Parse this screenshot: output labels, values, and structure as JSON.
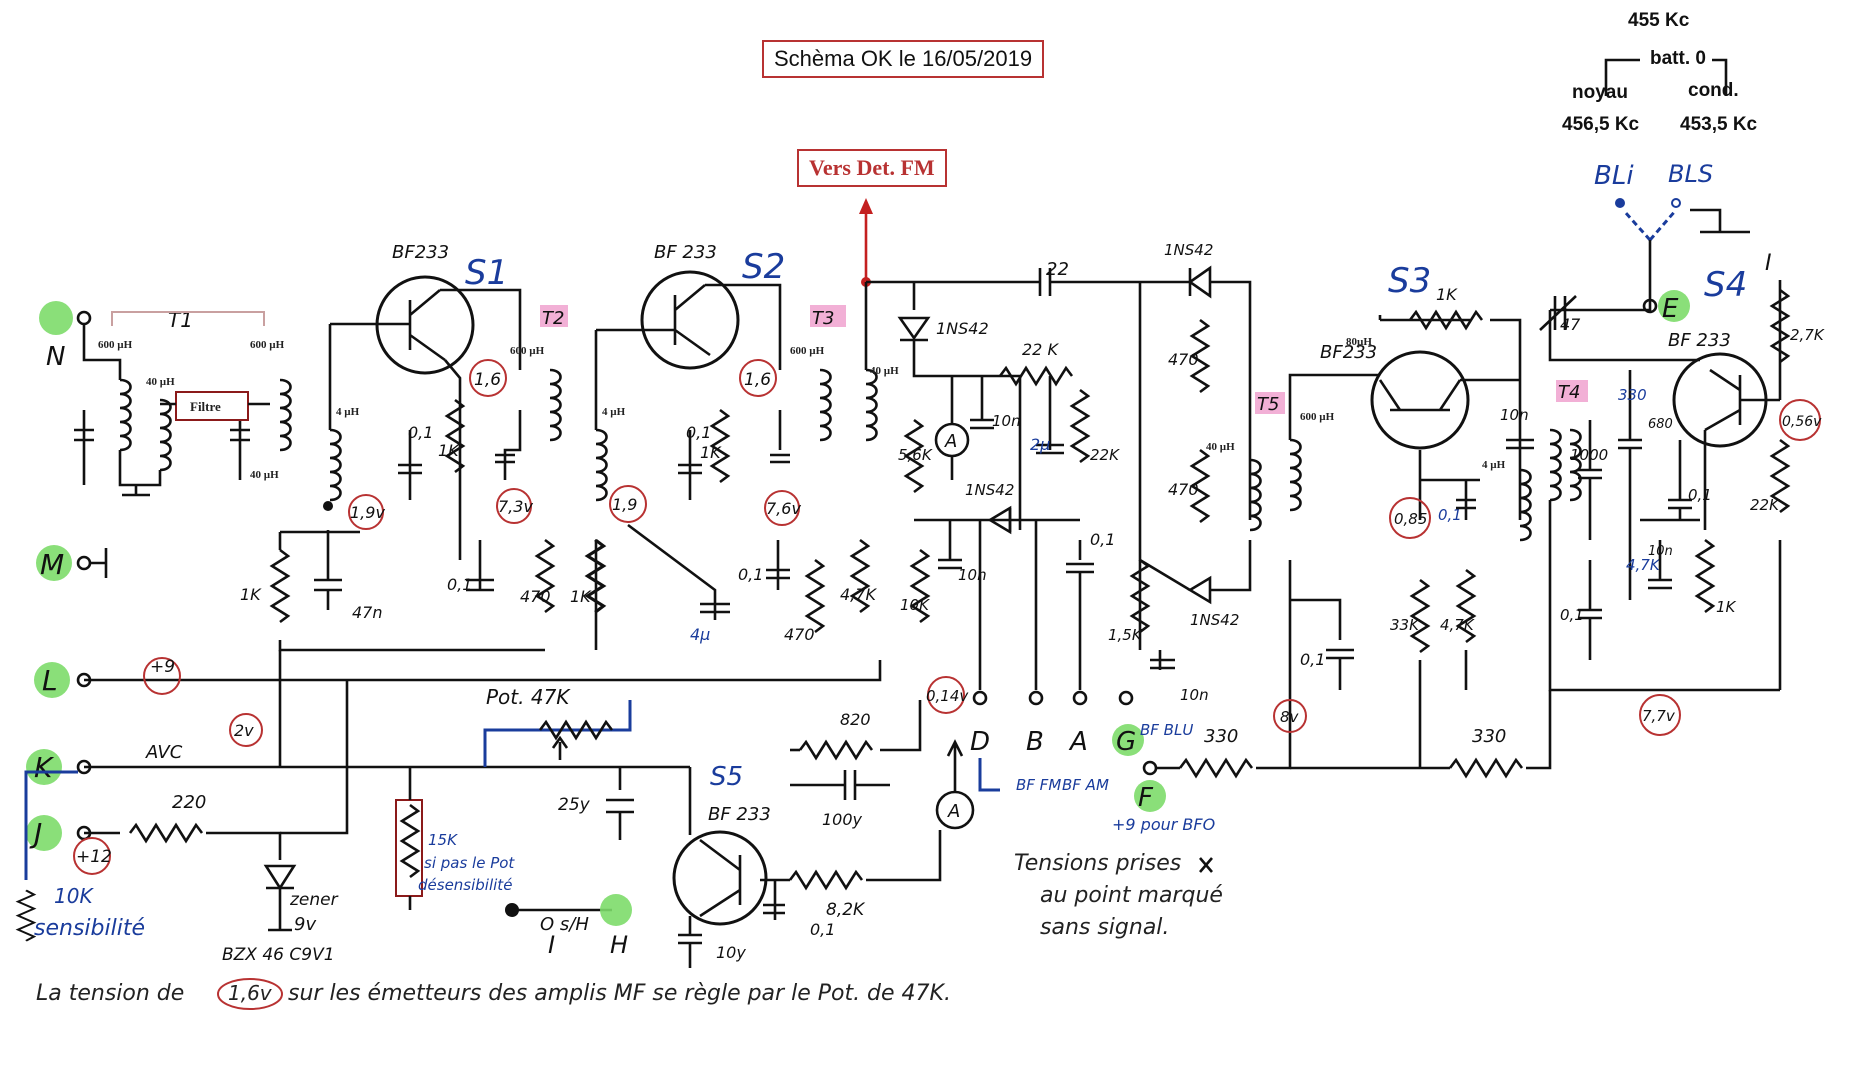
{
  "header": {
    "title_box": "Schèma OK le 16/05/2019",
    "fm_box": "Vers Det. FM"
  },
  "bfo_note": {
    "freq_center": "455 Kc",
    "batt": "batt. 0",
    "noyau": "noyau",
    "cond": "cond.",
    "freq_noyau": "456,5 Kc",
    "freq_cond": "453,5 Kc",
    "bli": "BLi",
    "bls": "BLS"
  },
  "transistors": {
    "t1_type": "BF233",
    "t1_name": "S1",
    "t2_type": "BF 233",
    "t2_name": "S2",
    "t3_type": "BF233",
    "t3_name": "S3",
    "t4_type": "BF 233",
    "t4_name": "S4",
    "t5_type": "BF 233",
    "t5_name": "S5"
  },
  "transformers": {
    "t1": "T1",
    "t2": "T2",
    "t3": "T3",
    "t4": "T4",
    "t5": "T5",
    "filtre": "Filtre"
  },
  "inductances": {
    "l600_a": "600 µH",
    "l600_b": "600 µH",
    "l600_c": "600 µH",
    "l600_d": "600 µH",
    "l600_e": "600 µH",
    "l40_a": "40 µH",
    "l40_b": "40 µH",
    "l40_c": "40 µH",
    "l40_d": "40 µH",
    "l4_a": "4 µH",
    "l4_b": "4 µH",
    "l4_c": "4 µH",
    "l80": "80µH"
  },
  "connectors": {
    "N": "N",
    "M": "M",
    "L": "L",
    "K": "K",
    "J": "J",
    "I": "I",
    "H": "H",
    "D": "D",
    "B": "B",
    "A": "A",
    "G": "G",
    "F": "F",
    "E": "E"
  },
  "components": {
    "c22": "22",
    "r22k_top": "22 K",
    "r22k_v": "22K",
    "r22k_s4": "22K",
    "d1": "1NS42",
    "d2": "1NS42",
    "d3": "1NS42",
    "d4": "1NS42",
    "c10n_a": "10n",
    "c10n_b": "10n",
    "c10n_c": "10n",
    "c10n_d": "10n",
    "c10n_e": "10n",
    "c01_a": "0,1",
    "c01_b": "0,1",
    "c01_c": "0,1",
    "c01_d": "0,1",
    "c01_e": "0,1",
    "c01_f": "0,1",
    "c01_g": "0,1",
    "c01_h": "0,1",
    "c01_i": "0,1",
    "r1k_a": "1K",
    "r1k_b": "1K",
    "r1k_c": "1K",
    "r1k_d": "1K",
    "r1k_s3": "1K",
    "r1k_s4": "1K",
    "r470_a": "470",
    "r470_b": "470",
    "r470_c": "470",
    "r470_d": "470",
    "r47k_a": "4,7K",
    "r47k_b": "4,7K",
    "r47k_c": "4,7K",
    "c47n": "47n",
    "c47p": "47",
    "c47_s3": "47",
    "r56k": "5,6K",
    "r10k": "10K",
    "r15k_det": "1,5K",
    "r820": "820",
    "c100": "100y",
    "r330_a": "330",
    "r330_b": "330",
    "r33k": "33K",
    "c1000": "1000",
    "c330": "330",
    "c680": "680",
    "r27k": "2,7K",
    "c2u": "2µ",
    "c4u": "4µ",
    "pot": "Pot. 47K",
    "c25": "25y",
    "r220": "220",
    "zener_a": "zener",
    "zener_b": "9v",
    "bzx": "BZX 46 C9V1",
    "r15k": "15K",
    "si_pas": "si pas le Pot",
    "desens": "désensibilité",
    "r8k2": "8,2K",
    "c10y": "10y",
    "c01_s5": "0,1",
    "avc": "AVC",
    "r10k_sens": "10K",
    "sens": "sensibilité",
    "fi_fm": "BF FM",
    "fi_am": "BF AM",
    "fi_blu": "BF BLU",
    "f_note": "+9 pour BFO",
    "osh": "O s/H"
  },
  "voltages": {
    "v16_a": "1,6",
    "v16_b": "1,6",
    "v19": "1,9v",
    "v73": "7,3v",
    "v19b": "1,9",
    "v76": "7,6v",
    "v014": "0,14v",
    "v085": "0,85",
    "v056": "0,56v",
    "v2": "2v",
    "v8": "8v",
    "v77": "7,7v",
    "p9": "+9",
    "p12": "+12",
    "v16_c": "1,6v"
  },
  "notes": {
    "line1": "Tensions prises",
    "line2": "au point marqué",
    "line3": "sans signal.",
    "bottom_a": "La tension de",
    "bottom_b": "sur les émetteurs des amplis MF se règle par le Pot. de 47K."
  },
  "colors": {
    "ink": "#111111",
    "red_box": "#b83232",
    "blue_ink": "#1a3c9c",
    "green_dot": "#7ddc6a",
    "pink_tag": "#f2b0d6"
  }
}
